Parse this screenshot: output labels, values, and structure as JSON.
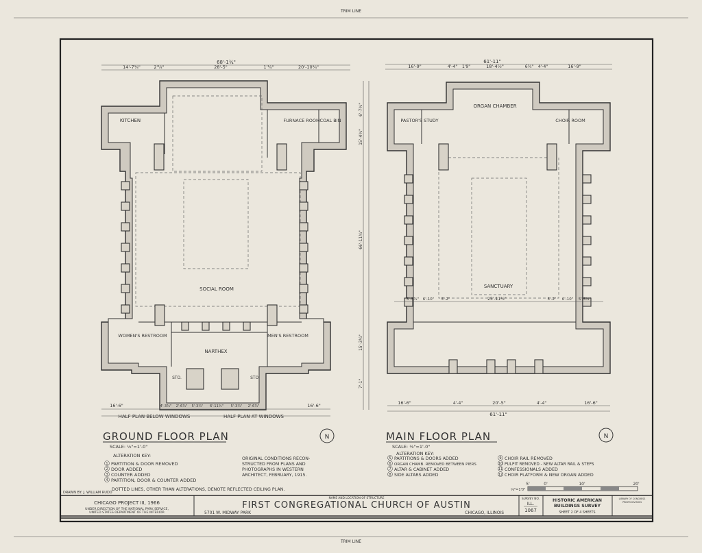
{
  "trim_top": "TRIM LINE",
  "trim_bottom": "TRIM LINE",
  "ground": {
    "dims_top": {
      "overall": "68'-1¾\"",
      "left": "14'-7¾\"",
      "a": "2'¼\"",
      "center": "28'-5\"",
      "b": "1'¼\"",
      "right": "20'-10¾\""
    },
    "dims_bottom": {
      "left": "16'-6\"",
      "right": "16'-6\"",
      "mid": [
        "4'-3¾\"",
        "2'-6¾\"",
        "5'-3¾\"",
        "6'-11¾\"",
        "5'-3¾\"",
        "2'-6¾\""
      ]
    },
    "dims_side": {
      "d1": "6'-7¾\"",
      "d2": "15'-4¾\"",
      "d3": "66'-11¾\"",
      "d4": "15'-3¼\"",
      "d5": "7'-1\""
    },
    "rooms": {
      "kitchen": "KITCHEN",
      "furnace": "FURNACE ROOM",
      "coal": "COAL BIN",
      "social": "SOCIAL ROOM",
      "womens": "WOMEN'S RESTROOM",
      "mens": "MEN'S RESTROOM",
      "narthex": "NARTHEX",
      "sto1": "STO.",
      "sto2": "STO."
    },
    "half_left": "HALF PLAN BELOW WINDOWS",
    "half_right": "HALF PLAN AT WINDOWS",
    "title": "GROUND FLOOR PLAN",
    "scale": "SCALE: ⅛\"=1'-0\"",
    "key_title": "ALTERATION KEY:",
    "key": [
      "PARTITION & DOOR REMOVED",
      "DOOR ADDED",
      "COUNTER ADDED",
      "PARTITION, DOOR & COUNTER ADDED"
    ],
    "key_nums": [
      "1",
      "2",
      "3",
      "4"
    ],
    "note": [
      "ORIGINAL CONDITIONS RECON-",
      "STRUCTED FROM PLANS AND",
      "PHOTOGRAPHS IN WESTERN",
      "ARCHITECT, FEBRUARY, 1915."
    ],
    "dotted_note": "DOTTED LINES, OTHER THAN ALTERATIONS, DENOTE REFLECTED CEILING PLAN.",
    "north": "N"
  },
  "main": {
    "dims_top": {
      "overall": "61'-11\"",
      "left": "16'-9\"",
      "a": "4'-4\"",
      "b": "1'9\"",
      "center": "18'-4½\"",
      "c": "6¾\"",
      "d": "4'-4\"",
      "right": "16'-9\""
    },
    "dims_bottom": {
      "overall": "61'-11\"",
      "left": "16'-6\"",
      "a": "4'-4\"",
      "center": "20'-5\"",
      "b": "4'-4\"",
      "right": "16'-6\""
    },
    "dims_mid": {
      "l1": "5'-5¾\"",
      "l2": "6'-10\"",
      "l3": "5'-2\"",
      "center": "25'-11½\"",
      "r1": "5'-2\"",
      "r2": "6'-10\"",
      "r3": "5'-5¾\""
    },
    "rooms": {
      "organ": "ORGAN CHAMBER",
      "pastor": "PASTOR'S STUDY",
      "choir": "CHOIR ROOM",
      "sanctuary": "SANCTUARY"
    },
    "title": "MAIN FLOOR PLAN",
    "scale": "SCALE: ⅛\"=1'-0\"",
    "key_title": "ALTERATION KEY:",
    "key_left": [
      "PARTITIONS & DOORS ADDED",
      "ORGAN CHAMB. REMOVED BETWEEN PIERS",
      "ALTAR & CABINET ADDED",
      "SIDE ALTARS ADDED"
    ],
    "key_left_nums": [
      "5",
      "6",
      "7",
      "8"
    ],
    "key_right": [
      "CHOIR RAIL REMOVED",
      "PULPIT REMOVED - NEW ALTAR RAIL & STEPS",
      "CONFESSIONALS ADDED",
      "CHOIR PLATFORM & NEW ORGAN ADDED"
    ],
    "key_right_nums": [
      "9",
      "10",
      "11",
      "12"
    ],
    "north": "N",
    "scalebar": {
      "label": "⅛\"=1'0\"",
      "ticks": [
        "5'",
        "0'",
        "10'",
        "20'"
      ]
    }
  },
  "drawn_by": "DRAWN BY: J. WILLIAM RUDD",
  "title_block": {
    "project": "CHICAGO PROJECT III, 1966",
    "direction": [
      "UNDER DIRECTION OF THE NATIONAL PARK SERVICE,",
      "UNITED STATES DEPARTMENT OF THE INTERIOR"
    ],
    "name_label": "NAME AND LOCATION OF STRUCTURE",
    "name": "FIRST CONGREGATIONAL CHURCH OF AUSTIN",
    "address": "5701 W. MIDWAY PARK",
    "city": "CHICAGO, ILLINOIS",
    "survey_label": "SURVEY NO.",
    "survey_state": "ILL.",
    "survey_no": "1067",
    "habs": [
      "HISTORIC AMERICAN",
      "BUILDINGS SURVEY"
    ],
    "sheet": "SHEET 2 OF 4 SHEETS",
    "library": [
      "LIBRARY OF CONGRESS",
      "PRINTS DIVISION"
    ]
  }
}
